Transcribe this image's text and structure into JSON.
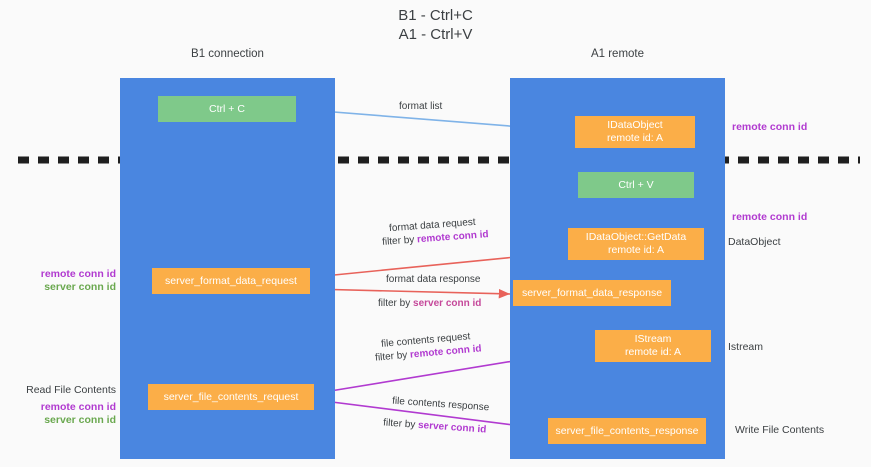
{
  "title": "B1 - Ctrl+C\nA1 - Ctrl+V",
  "columns": {
    "left": "B1\nconnection",
    "right": "A1\nremote"
  },
  "boxes": {
    "ctrl_c": "Ctrl + C",
    "idataobject_line1": "IDataObject",
    "idataobject_line2": "remote id: A",
    "ctrl_v": "Ctrl + V",
    "getdata_line1": "IDataObject::GetData",
    "getdata_line2": "remote id: A",
    "server_format_data_request": "server_format_data_request",
    "server_format_data_response": "server_format_data_response",
    "istream_line1": "IStream",
    "istream_line2": "remote id: A",
    "server_file_contents_request": "server_file_contents_request",
    "server_file_contents_response": "server_file_contents_response"
  },
  "annotations": {
    "remote_conn_id": "remote conn id",
    "server_conn_id": "server conn id",
    "dataobject": "DataObject",
    "istream": "Istream",
    "read_file_contents": "Read File Contents",
    "write_file_contents": "Write File Contents"
  },
  "edges": {
    "format_list": "format list",
    "format_data_request": "format data request",
    "format_data_response": "format data response",
    "file_contents_request": "file contents request",
    "file_contents_response": "file contents response",
    "filter_by": "filter by ",
    "remote_conn_id": "remote conn id",
    "server_conn_id": "server conn id"
  },
  "colors": {
    "lane": "#4a86e0",
    "green_box": "#7fc98a",
    "orange_box": "#fbae48",
    "purple_text": "#b13ad0",
    "green_text": "#6aa84f",
    "format_arrow": "#7fb3e8",
    "data_arrow": "#e8625a",
    "file_arrow": "#b13ad0",
    "divider": "#1f1f1f",
    "background": "#fafafa"
  }
}
